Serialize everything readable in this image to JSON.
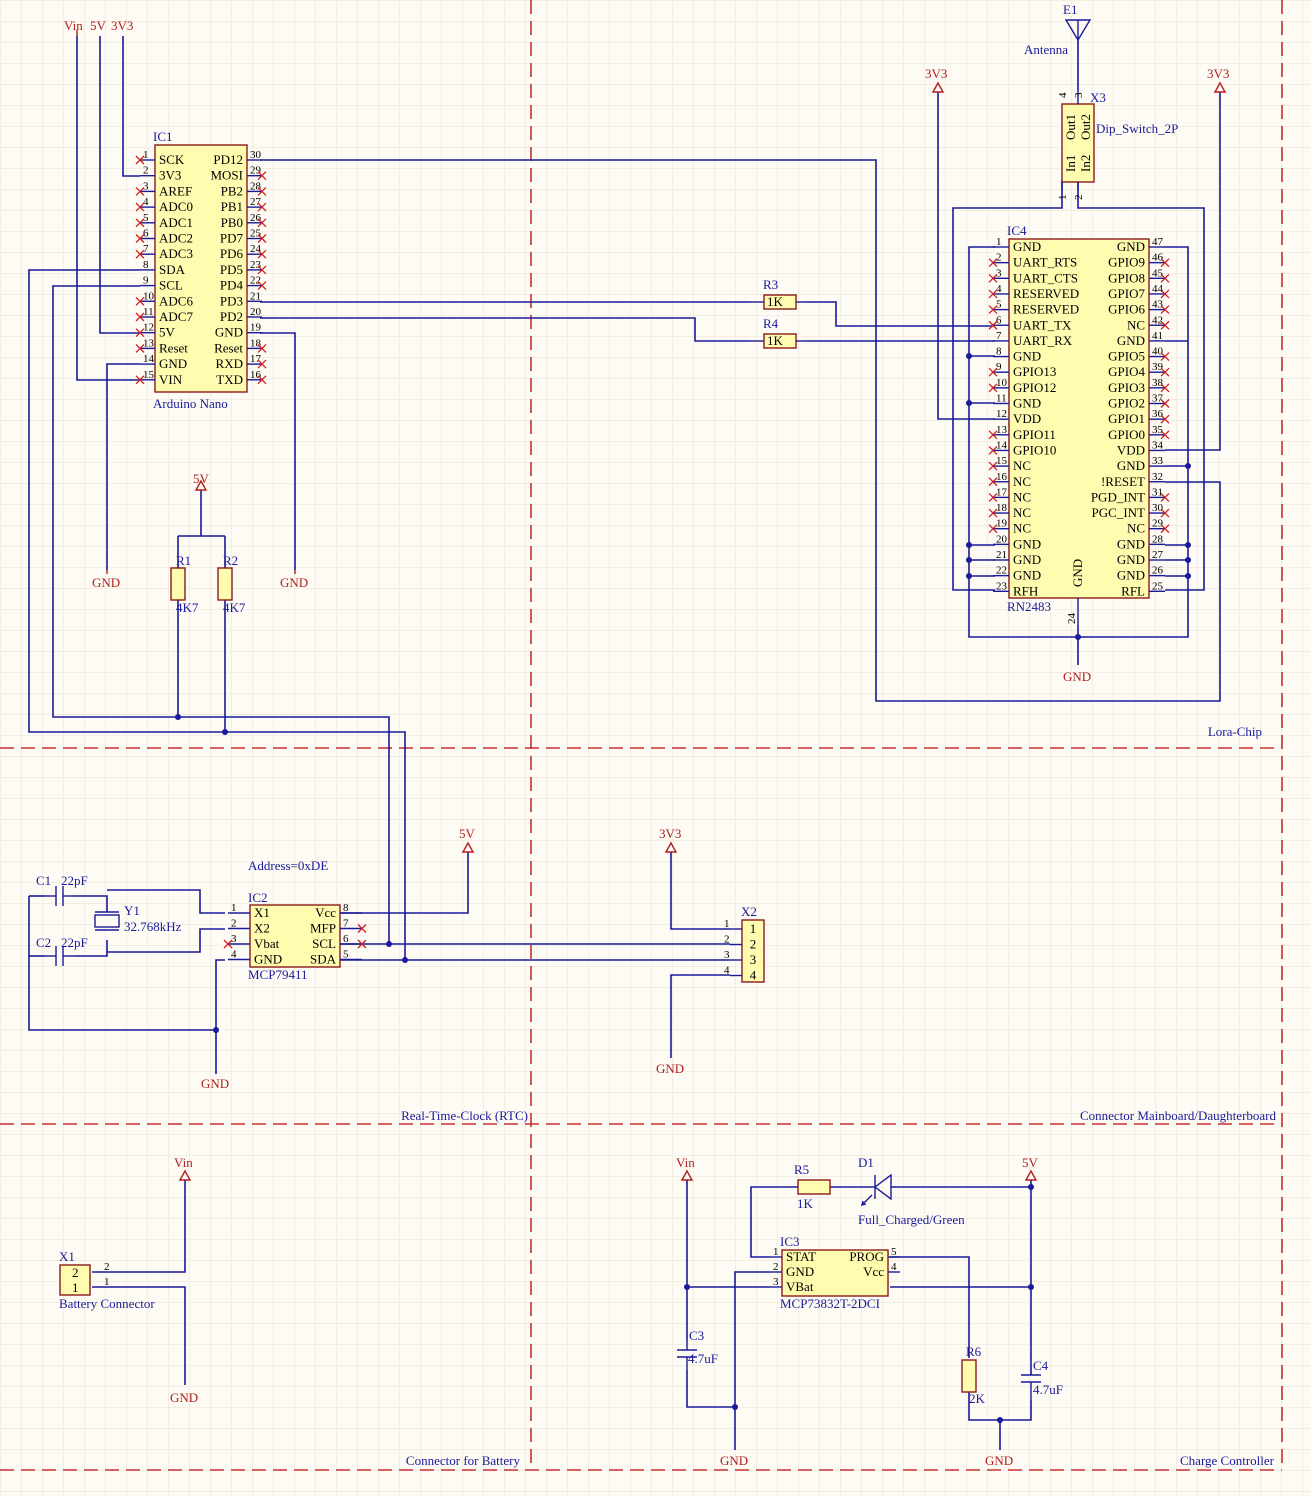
{
  "power": {
    "vin": "Vin",
    "v5": "5V",
    "v3": "3V3",
    "gnd": "GND"
  },
  "zones": {
    "lora": "Lora-Chip",
    "rtc": "Real-Time-Clock (RTC)",
    "connector": "Connector Mainboard/Daughterboard",
    "battery": "Connector for Battery",
    "charge": "Charge Controller"
  },
  "ic1": {
    "designator": "IC1",
    "name": "Arduino Nano",
    "left": [
      "SCK",
      "3V3",
      "AREF",
      "ADC0",
      "ADC1",
      "ADC2",
      "ADC3",
      "SDA",
      "SCL",
      "ADC6",
      "ADC7",
      "5V",
      "Reset",
      "GND",
      "VIN"
    ],
    "right": [
      "PD12",
      "MOSI",
      "PB2",
      "PB1",
      "PB0",
      "PD7",
      "PD6",
      "PD5",
      "PD4",
      "PD3",
      "PD2",
      "GND",
      "Reset",
      "RXD",
      "TXD"
    ],
    "lnums": [
      "1",
      "2",
      "3",
      "4",
      "5",
      "6",
      "7",
      "8",
      "9",
      "10",
      "11",
      "12",
      "13",
      "14",
      "15"
    ],
    "rnums": [
      "30",
      "29",
      "28",
      "27",
      "26",
      "25",
      "24",
      "23",
      "22",
      "21",
      "20",
      "19",
      "18",
      "17",
      "16"
    ]
  },
  "ic4": {
    "designator": "IC4",
    "name": "RN2483",
    "gnd_inner": "GND",
    "bottom_num": "24",
    "left": [
      "GND",
      "UART_RTS",
      "UART_CTS",
      "RESERVED",
      "RESERVED",
      "UART_TX",
      "UART_RX",
      "GND",
      "GPIO13",
      "GPIO12",
      "GND",
      "VDD",
      "GPIO11",
      "GPIO10",
      "NC",
      "NC",
      "NC",
      "NC",
      "NC",
      "GND",
      "GND",
      "GND",
      "RFH"
    ],
    "right": [
      "GND",
      "GPIO9",
      "GPIO8",
      "GPIO7",
      "GPIO6",
      "NC",
      "GND",
      "GPIO5",
      "GPIO4",
      "GPIO3",
      "GPIO2",
      "GPIO1",
      "GPIO0",
      "VDD",
      "GND",
      "!RESET",
      "PGD_INT",
      "PGC_INT",
      "NC",
      "GND",
      "GND",
      "GND",
      "RFL"
    ],
    "lnums": [
      "1",
      "2",
      "3",
      "4",
      "5",
      "6",
      "7",
      "8",
      "9",
      "10",
      "11",
      "12",
      "13",
      "14",
      "15",
      "16",
      "17",
      "18",
      "19",
      "20",
      "21",
      "22",
      "23"
    ],
    "rnums": [
      "47",
      "46",
      "45",
      "44",
      "43",
      "42",
      "41",
      "40",
      "39",
      "38",
      "37",
      "36",
      "35",
      "34",
      "33",
      "32",
      "31",
      "30",
      "29",
      "28",
      "27",
      "26",
      "25"
    ]
  },
  "ic2": {
    "designator": "IC2",
    "name": "MCP79411",
    "address": "Address=0xDE",
    "left": [
      "X1",
      "X2",
      "Vbat",
      "GND"
    ],
    "right": [
      "Vcc",
      "MFP",
      "SCL",
      "SDA"
    ],
    "lnums": [
      "1",
      "2",
      "3",
      "4"
    ],
    "rnums": [
      "8",
      "7",
      "6",
      "5"
    ]
  },
  "ic3": {
    "designator": "IC3",
    "name": "MCP73832T-2DCI",
    "left": [
      "STAT",
      "GND",
      "VBat"
    ],
    "right": [
      "PROG",
      "Vcc"
    ],
    "lnums": [
      "1",
      "2",
      "3"
    ],
    "rnums": [
      "5",
      "4"
    ]
  },
  "x3": {
    "designator": "X3",
    "name": "Dip_Switch_2P",
    "pins": [
      "In1",
      "In2",
      "Out1",
      "Out2"
    ],
    "nums": [
      "1",
      "2",
      "3",
      "4"
    ]
  },
  "x2": {
    "designator": "X2",
    "pins": [
      "1",
      "2",
      "3",
      "4"
    ],
    "nums": [
      "1",
      "2",
      "3",
      "4"
    ]
  },
  "x1": {
    "designator": "X1",
    "name": "Battery Connector",
    "pins": [
      "2",
      "1"
    ],
    "nums": [
      "2",
      "1"
    ]
  },
  "e1": {
    "designator": "E1",
    "name": "Antenna"
  },
  "r1": {
    "designator": "R1",
    "value": "4K7"
  },
  "r2": {
    "designator": "R2",
    "value": "4K7"
  },
  "r3": {
    "designator": "R3",
    "value": "1K"
  },
  "r4": {
    "designator": "R4",
    "value": "1K"
  },
  "r5": {
    "designator": "R5",
    "value": "1K"
  },
  "r6": {
    "designator": "R6",
    "value": "2K"
  },
  "c1": {
    "designator": "C1",
    "value": "22pF"
  },
  "c2": {
    "designator": "C2",
    "value": "22pF"
  },
  "c3": {
    "designator": "C3",
    "value": "4.7uF"
  },
  "c4": {
    "designator": "C4",
    "value": "4.7uF"
  },
  "y1": {
    "designator": "Y1",
    "value": "32.768kHz"
  },
  "d1": {
    "designator": "D1",
    "value": "Full_Charged/Green"
  }
}
